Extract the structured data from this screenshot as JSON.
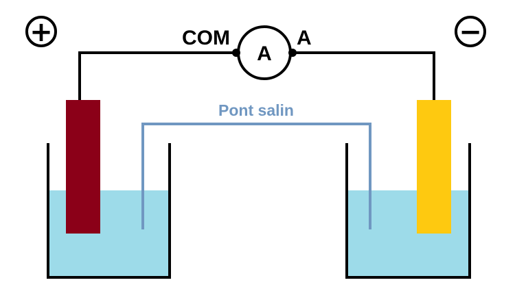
{
  "labels": {
    "com_terminal": "COM",
    "a_terminal": "A",
    "ammeter_symbol": "A",
    "salt_bridge": "Pont salin"
  },
  "polarity": {
    "left_sign": "+",
    "right_sign": "−"
  },
  "colors": {
    "left_electrode": "#8b0018",
    "right_electrode": "#fec910",
    "solution": "#9ddbe9",
    "salt_bridge": "#7097c1",
    "wire": "#000000"
  },
  "icons": {
    "left_polarity": "plus-circle-icon",
    "right_polarity": "minus-circle-icon",
    "ammeter": "ammeter-icon"
  }
}
